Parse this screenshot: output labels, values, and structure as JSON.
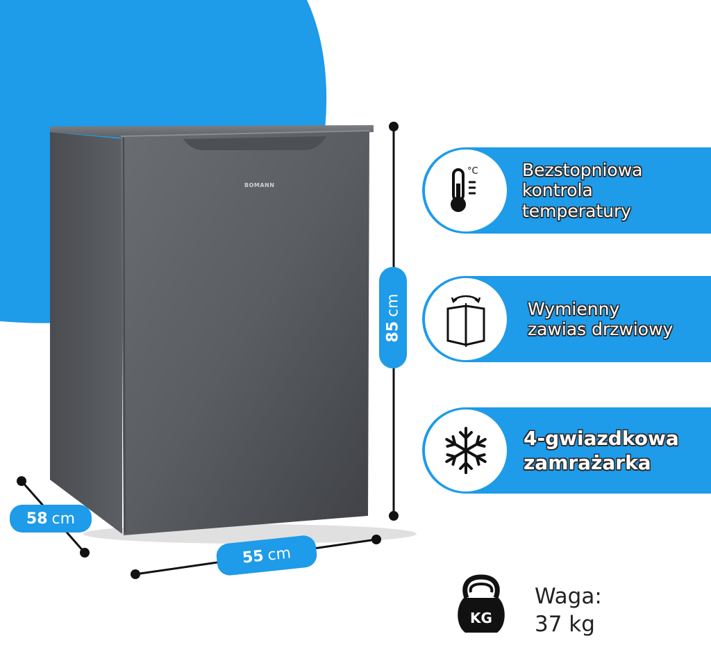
{
  "product": {
    "brand": "BOMANN"
  },
  "dimensions": {
    "depth": {
      "value": "58",
      "unit": "cm"
    },
    "width": {
      "value": "55",
      "unit": "cm"
    },
    "height": {
      "value": "85",
      "unit": "cm"
    }
  },
  "features": [
    {
      "icon": "thermometer-icon",
      "icon_label": "°C",
      "lines": [
        "Bezstopniowa",
        "kontrola",
        "temperatury"
      ]
    },
    {
      "icon": "door-hinge-icon",
      "lines": [
        "Wymienny",
        "zawias drzwiowy"
      ]
    },
    {
      "icon": "snowflake-icon",
      "lines": [
        "4-gwiazdkowa",
        "zamrażarka"
      ]
    }
  ],
  "weight": {
    "label": "Waga:",
    "value": "37 kg",
    "icon_label": "KG"
  },
  "colors": {
    "accent": "#1e9be9",
    "fridge": "#55585d",
    "text_dark": "#222222"
  }
}
